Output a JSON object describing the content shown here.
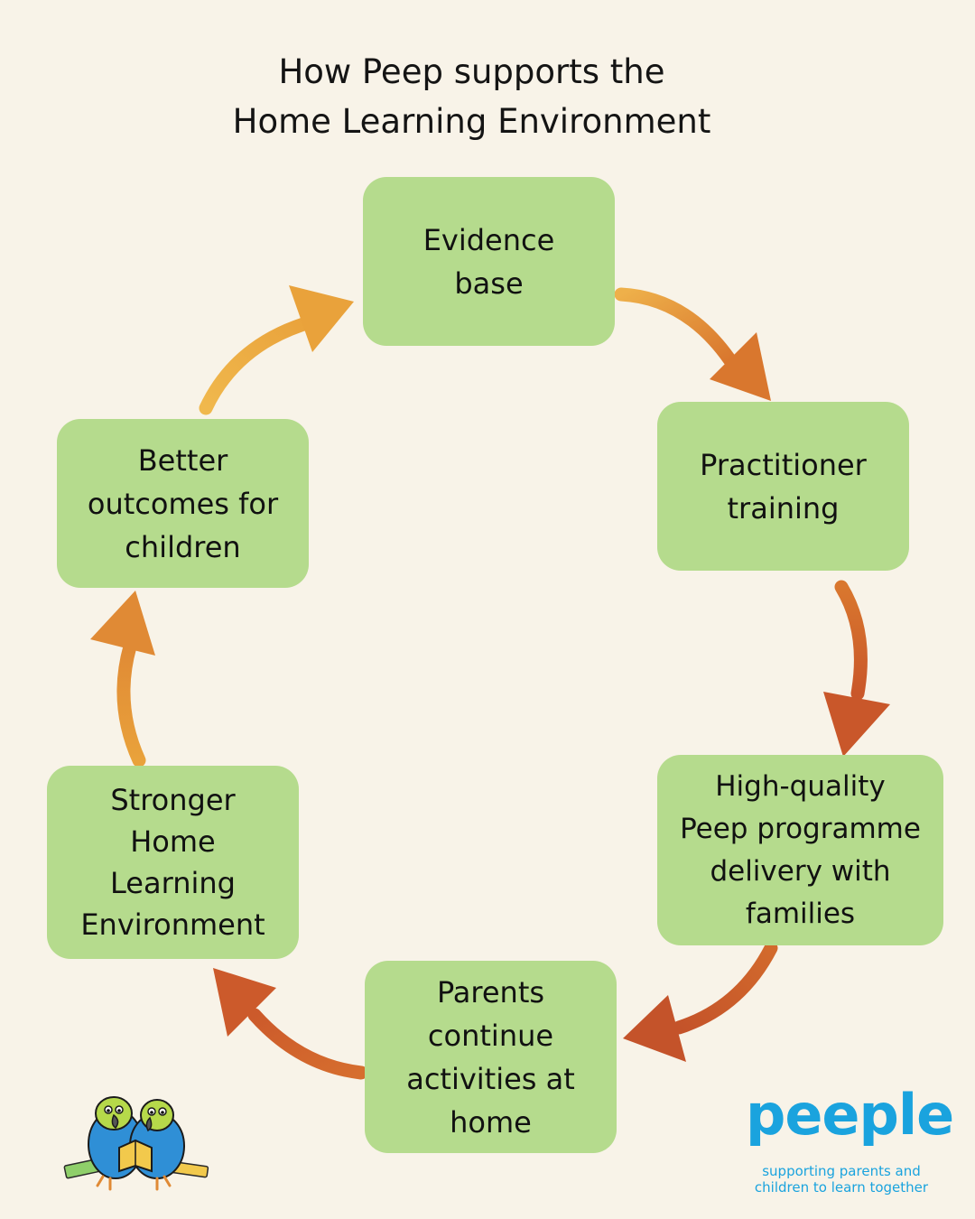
{
  "title": {
    "line1": "How Peep supports the",
    "line2": "Home Learning Environment"
  },
  "cycle": {
    "nodes": [
      {
        "lines": [
          "Evidence",
          "base"
        ]
      },
      {
        "lines": [
          "Practitioner",
          "training"
        ]
      },
      {
        "lines": [
          "High-quality",
          "Peep programme",
          "delivery with",
          "families"
        ]
      },
      {
        "lines": [
          "Parents",
          "continue",
          "activities at",
          "home"
        ]
      },
      {
        "lines": [
          "Stronger",
          "Home",
          "Learning",
          "Environment"
        ]
      },
      {
        "lines": [
          "Better",
          "outcomes for",
          "children"
        ]
      }
    ],
    "colors": {
      "box": "#b5db8d",
      "arrow_warm": "#e9a23b",
      "arrow_mid": "#d9772e",
      "arrow_deep": "#c9572a"
    }
  },
  "branding": {
    "logo_word": "peeple",
    "tagline_line1": "supporting parents and",
    "tagline_line2": "children to learn together",
    "brand_color": "#1aa3de",
    "illustration": "parrots-reading-book-illustration"
  }
}
